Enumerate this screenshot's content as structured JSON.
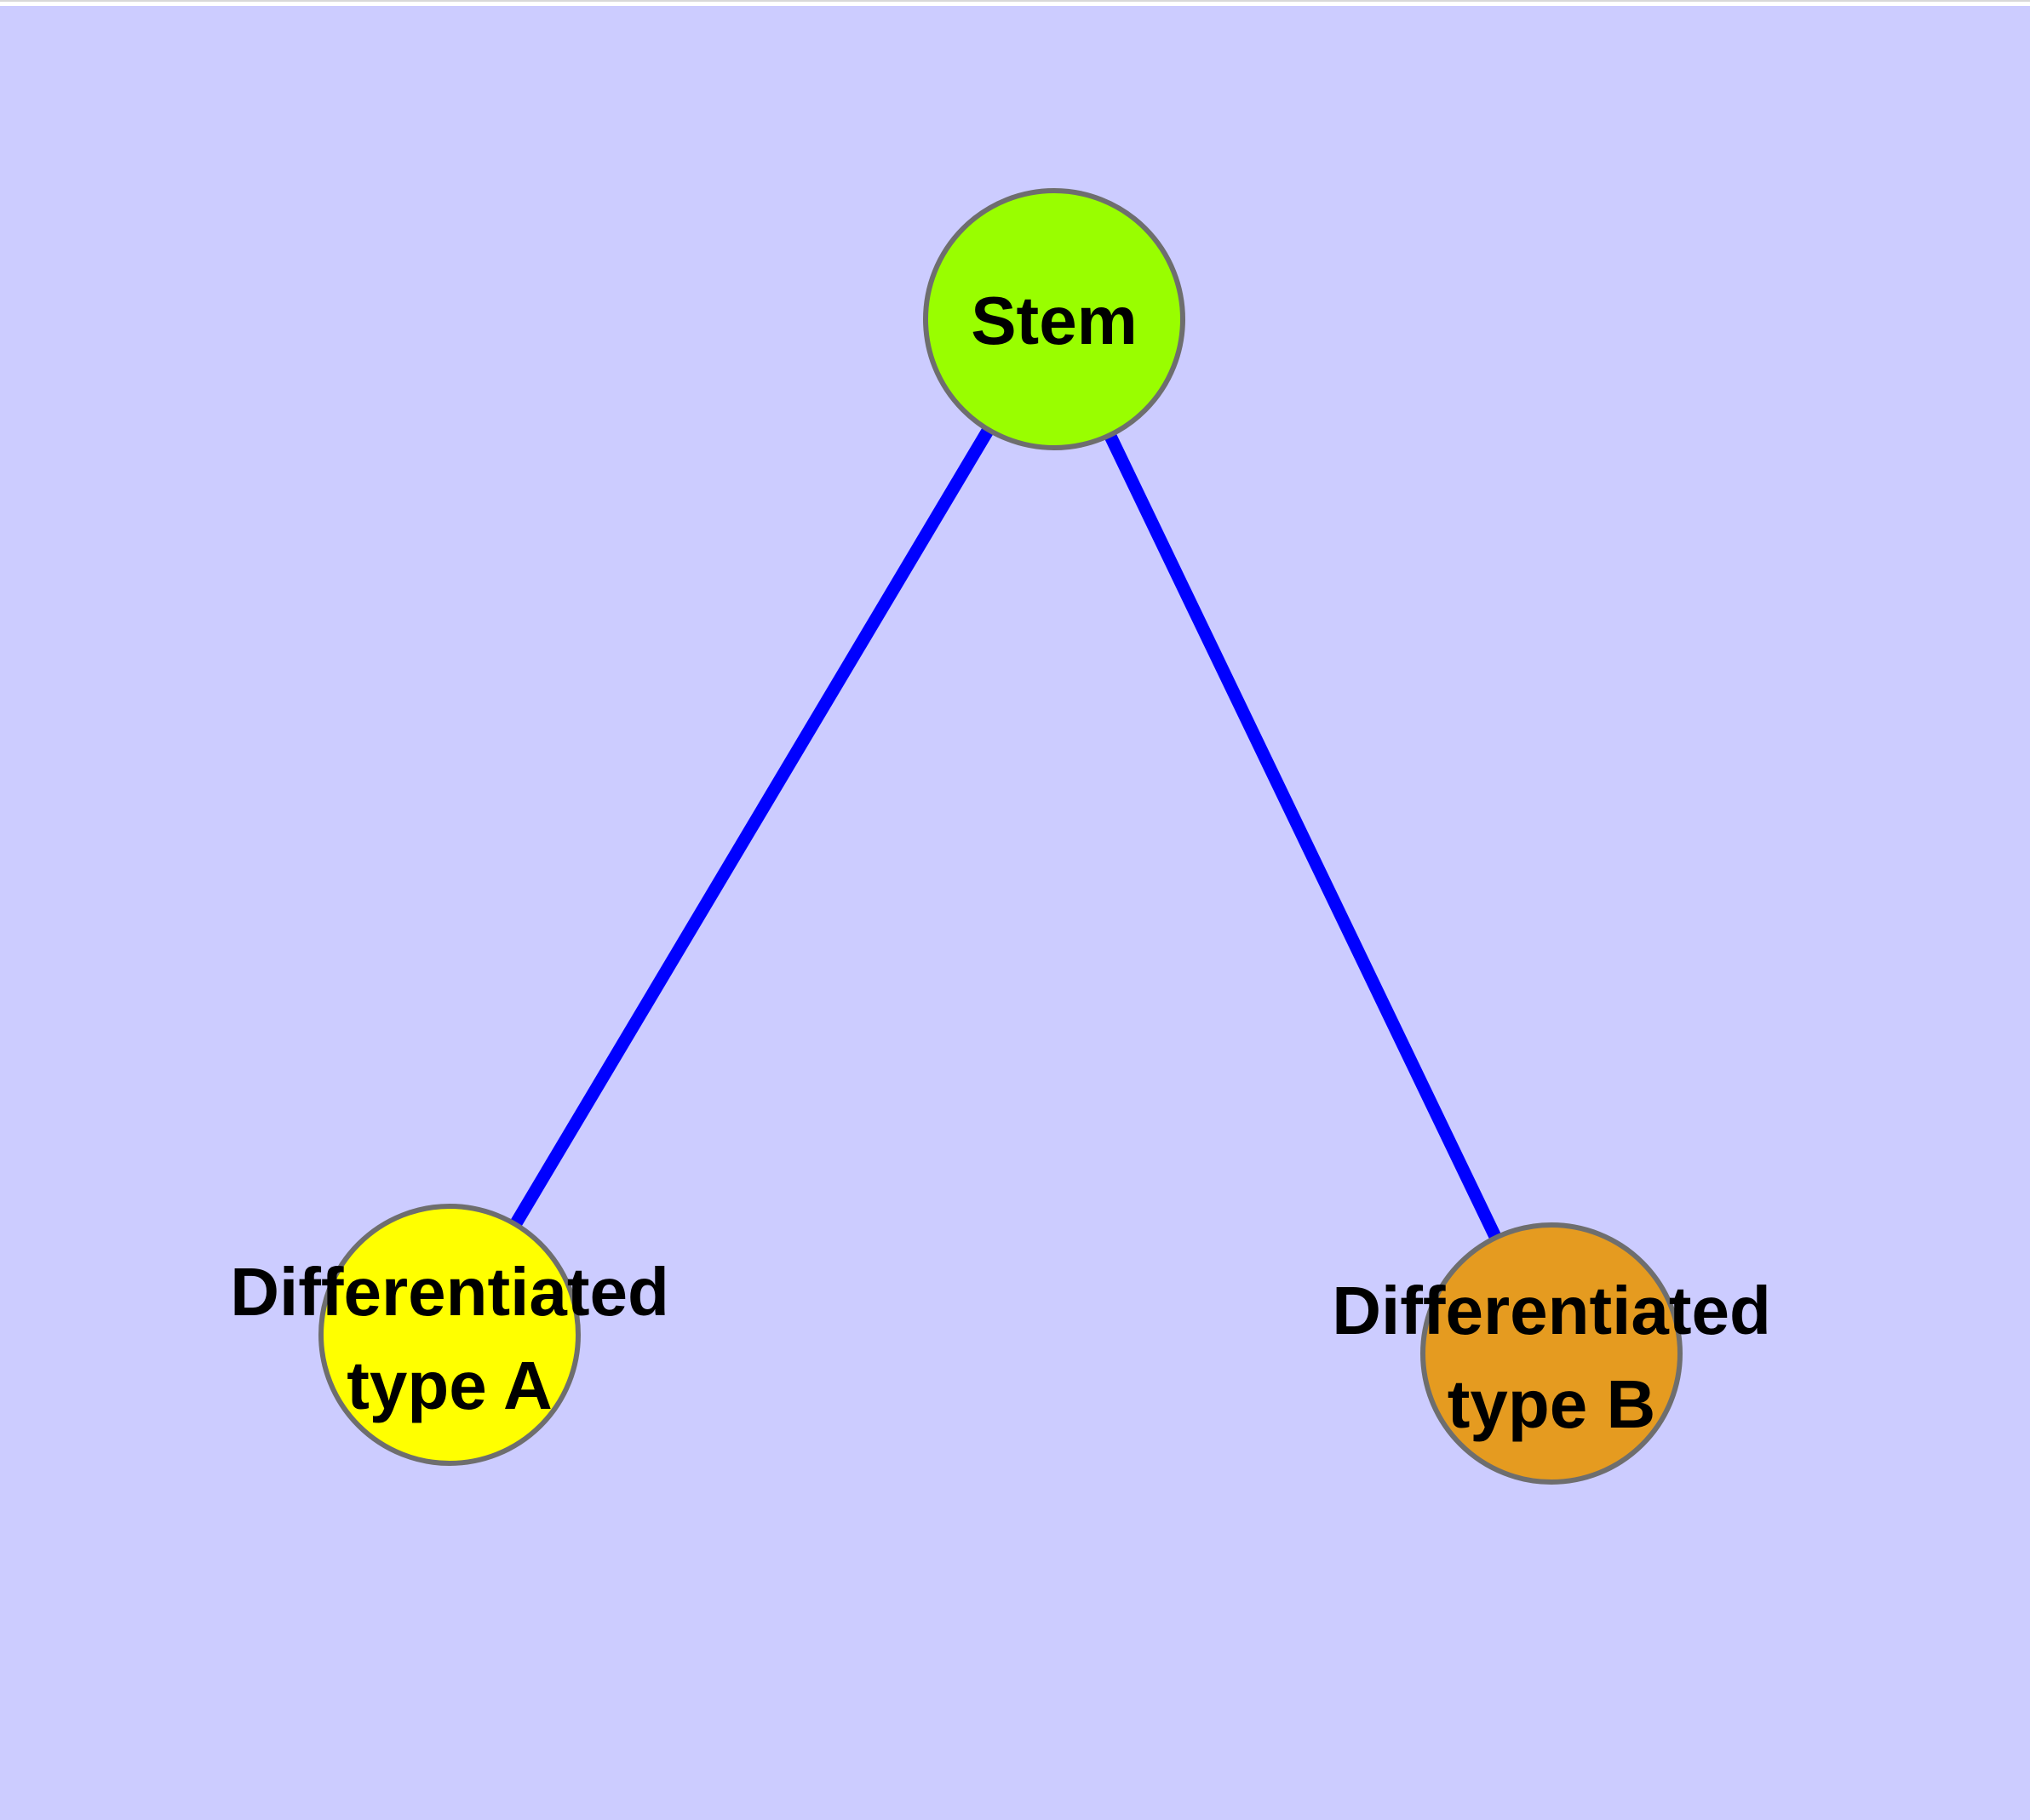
{
  "canvas": {
    "background": "#CCCCFF",
    "top_strip_fill": "#FFFFFF"
  },
  "colors": {
    "edge": "#0000FF",
    "node_border": "#6E6E6E",
    "label_text": "#000000"
  },
  "nodes": {
    "stem": {
      "label": "Stem",
      "fill": "#99FE00"
    },
    "type_a": {
      "label": "Differentiated type A",
      "line1": "Differentiated",
      "line2": "type A",
      "fill": "#FFFF00"
    },
    "type_b": {
      "label": "Differentiated type B",
      "line1": "Differentiated",
      "line2": "type B",
      "fill": "#E59B20"
    }
  },
  "edges": [
    {
      "from": "stem",
      "to": "type_a"
    },
    {
      "from": "stem",
      "to": "type_b"
    }
  ]
}
